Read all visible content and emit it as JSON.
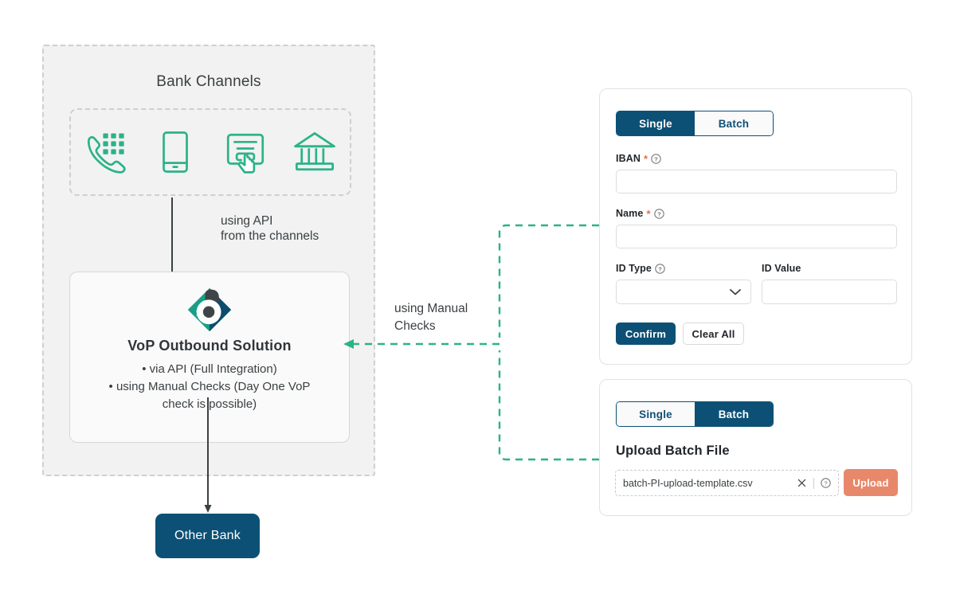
{
  "diagram": {
    "outer_title": "Bank Channels",
    "channel_icons": [
      {
        "name": "phone-keypad-icon",
        "label": "Phone / IVR"
      },
      {
        "name": "mobile-phone-icon",
        "label": "Mobile"
      },
      {
        "name": "online-banking-click-icon",
        "label": "Online Banking"
      },
      {
        "name": "bank-building-icon",
        "label": "Branch"
      }
    ],
    "api_arrow_label": "using API\nfrom the channels",
    "manual_arrow_label": "using Manual\nChecks",
    "vop": {
      "logo_name": "vop-brand-logo",
      "title": "VoP Outbound Solution",
      "bullets": [
        "• via API (Full Integration)",
        "• using Manual Checks (Day One VoP",
        "check is possible)"
      ]
    },
    "other_bank_label": "Other Bank"
  },
  "single_panel": {
    "tabs": [
      {
        "label": "Single",
        "active": true
      },
      {
        "label": "Batch",
        "active": false
      }
    ],
    "fields": [
      {
        "label": "IBAN",
        "required": true,
        "help": true,
        "value": "",
        "placeholder": ""
      },
      {
        "label": "Name",
        "required": true,
        "help": true,
        "value": "",
        "placeholder": ""
      },
      {
        "label": "ID Type",
        "required": false,
        "help": true,
        "value": "",
        "placeholder": "",
        "type": "select"
      },
      {
        "label": "ID Value",
        "required": false,
        "help": false,
        "value": "",
        "placeholder": ""
      }
    ],
    "confirm_label": "Confirm",
    "clear_label": "Clear All"
  },
  "batch_panel": {
    "tabs": [
      {
        "label": "Single",
        "active": false
      },
      {
        "label": "Batch",
        "active": true
      }
    ],
    "upload_title": "Upload Batch File",
    "file_name": "batch-PI-upload-template.csv",
    "upload_label": "Upload"
  },
  "colors": {
    "navy": "#0d5075",
    "teal": "#2bb388",
    "coral": "#e8886a",
    "panel_gray": "#f2f2f2",
    "dash_gray": "#cfcfcf",
    "text": "#3b4043"
  }
}
